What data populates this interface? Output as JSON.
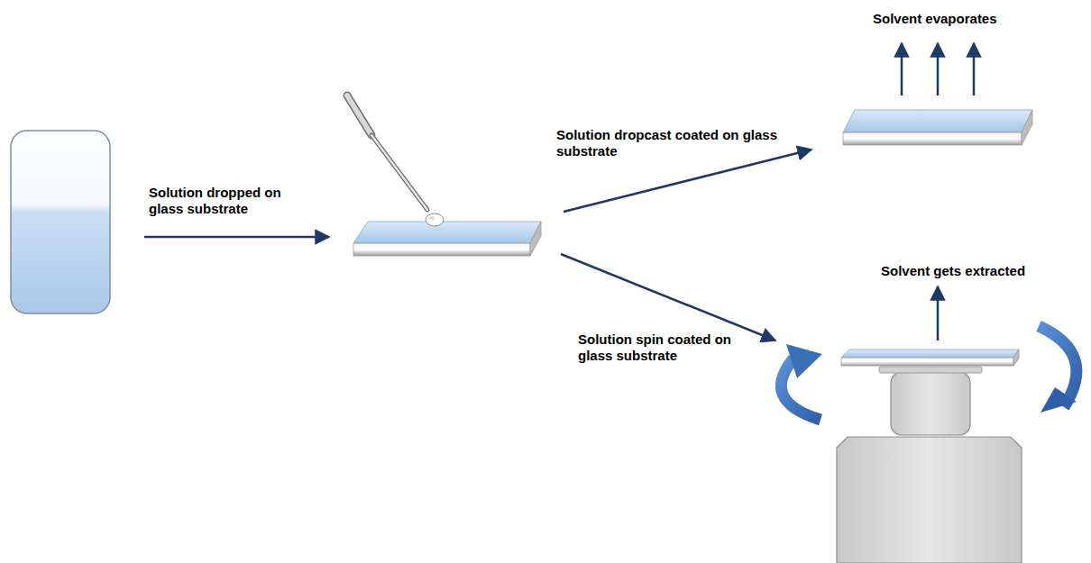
{
  "diagram": {
    "labels": [
      "Solution dropped on glass substrate",
      "Solution dropcast coated on glass substrate",
      "Solution spin coated on glass substrate",
      "Solvent evaporates",
      "Solvent gets extracted"
    ]
  }
}
